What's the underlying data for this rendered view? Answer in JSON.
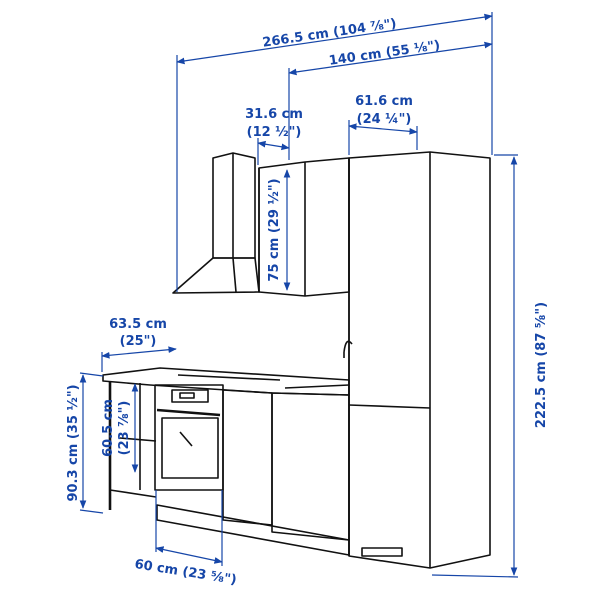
{
  "colors": {
    "dimension": "#1646a8",
    "drawing": "#111111"
  },
  "dimensions": {
    "total_width": "266.5 cm (104 ⅞\")",
    "upper_width": "140 cm (55 ⅛\")",
    "wall_cabinet_depth": {
      "line1": "31.6 cm",
      "line2": "(12 ½\")"
    },
    "tall_cabinet_depth": {
      "line1": "61.6 cm",
      "line2": "(24 ¼\")"
    },
    "wall_cabinet_height": "75 cm (29 ½\")",
    "counter_overhang": {
      "line1": "63.5 cm",
      "line2": "(25\")"
    },
    "counter_height": "90.3 cm (35 ½\")",
    "oven_height": {
      "line1": "60.5 cm",
      "line2": "(23 ⅞\")"
    },
    "total_height": "222.5 cm (87 ⅝\")",
    "oven_width": "60 cm (23 ⅝\")"
  }
}
